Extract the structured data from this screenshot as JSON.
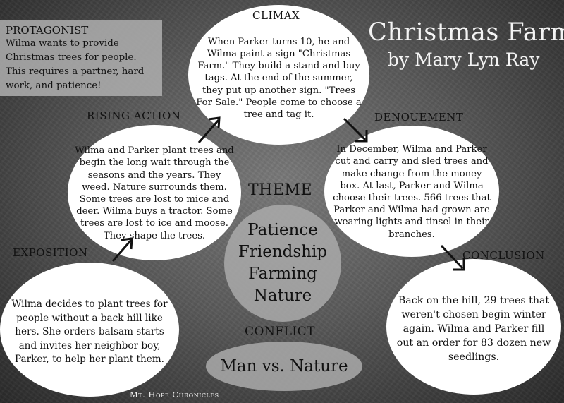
{
  "title": {
    "main": "Christmas Farm",
    "byline": "by Mary Lyn Ray"
  },
  "protagonist": {
    "heading": "PROTAGONIST",
    "text": "Wilma wants to provide Christmas trees for people. This requires a partner, hard work, and patience!"
  },
  "climax": {
    "heading": "CLIMAX",
    "text": "When Parker turns 10, he and Wilma paint a sign \"Christmas Farm.\" They build a stand and buy tags. At the end of the summer, they put up another sign. \"Trees For Sale.\" People come to choose a tree and tag it."
  },
  "rising_action": {
    "heading": "RISING ACTION",
    "text": "Wilma and Parker plant trees and begin the long wait through the seasons and the years. They weed. Nature surrounds them. Some trees are lost to mice and deer. Wilma buys a tractor. Some trees are lost to ice and moose. They shape the trees."
  },
  "exposition": {
    "heading": "EXPOSITION",
    "text": "Wilma decides to plant trees for people without a back hill like hers. She orders balsam starts and invites her neighbor boy, Parker, to help her plant them."
  },
  "denouement": {
    "heading": "DENOUEMENT",
    "text": "In December, Wilma and Parker cut and carry and sled trees and make change from the money box. At last, Parker and Wilma choose their trees. 566 trees that Parker and Wilma had grown are wearing lights and tinsel in their branches."
  },
  "conclusion": {
    "heading": "CONCLUSION",
    "text": "Back on the hill, 29 trees that weren't chosen begin winter again. Wilma and Parker fill out an order for 83 dozen new seedlings."
  },
  "theme": {
    "heading": "THEME",
    "items": [
      "Patience",
      "Friendship",
      "Farming",
      "Nature"
    ]
  },
  "conflict": {
    "heading": "CONFLICT",
    "text": "Man vs. Nature"
  },
  "footer": "Mt. Hope Chronicles",
  "colors": {
    "oval": "#ffffff",
    "grey_shape": "#aaaaaa",
    "background": "#5a5a5a"
  }
}
